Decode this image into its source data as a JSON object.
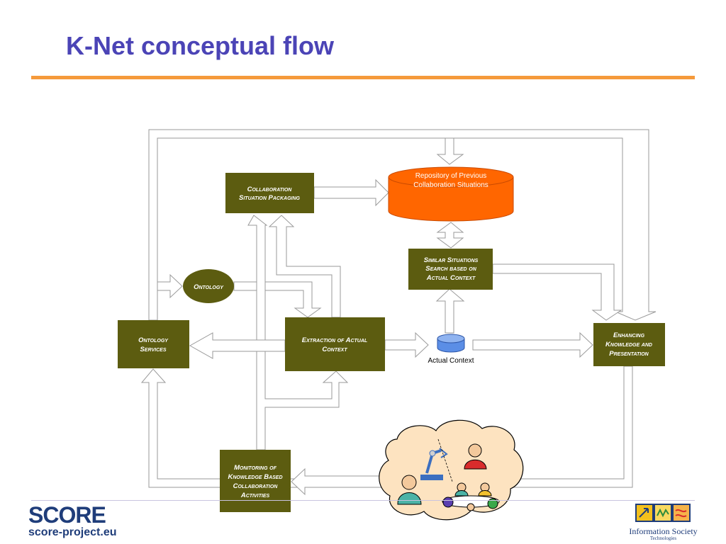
{
  "slide": {
    "title": "K-Net conceptual flow"
  },
  "diagram": {
    "nodes": {
      "collaboration_packaging": [
        "Collaboration",
        "Situation Packaging"
      ],
      "repository": [
        "Repository of Previous",
        "Collaboration Situations"
      ],
      "similar_search": [
        "Similar Situations",
        "Search based on",
        "Actual Context"
      ],
      "ontology": "Ontology",
      "ontology_services": [
        "Ontology",
        "Services"
      ],
      "extraction": [
        "Extraction of Actual",
        "Context"
      ],
      "actual_context": "Actual Context",
      "enhancing": [
        "Enhancing",
        "Knowledge and",
        "Presentation"
      ],
      "monitoring": [
        "Monitoring of",
        "Knowledge Based",
        "Collaboration",
        "Activities"
      ]
    },
    "colors": {
      "box_fill": "#5c5c10",
      "box_text": "#ffffff",
      "repository_fill": "#ff6600",
      "actual_context_fill": "#5b8ee6",
      "cloud_fill": "#fde3c0",
      "arrow_stroke": "#9a9a9a",
      "arrow_fill": "#ffffff"
    }
  },
  "footer": {
    "score_logo": "SCORE",
    "score_url": "score-project.eu",
    "is_logo_title": "Information Society",
    "is_logo_subtitle": "Technologies"
  }
}
